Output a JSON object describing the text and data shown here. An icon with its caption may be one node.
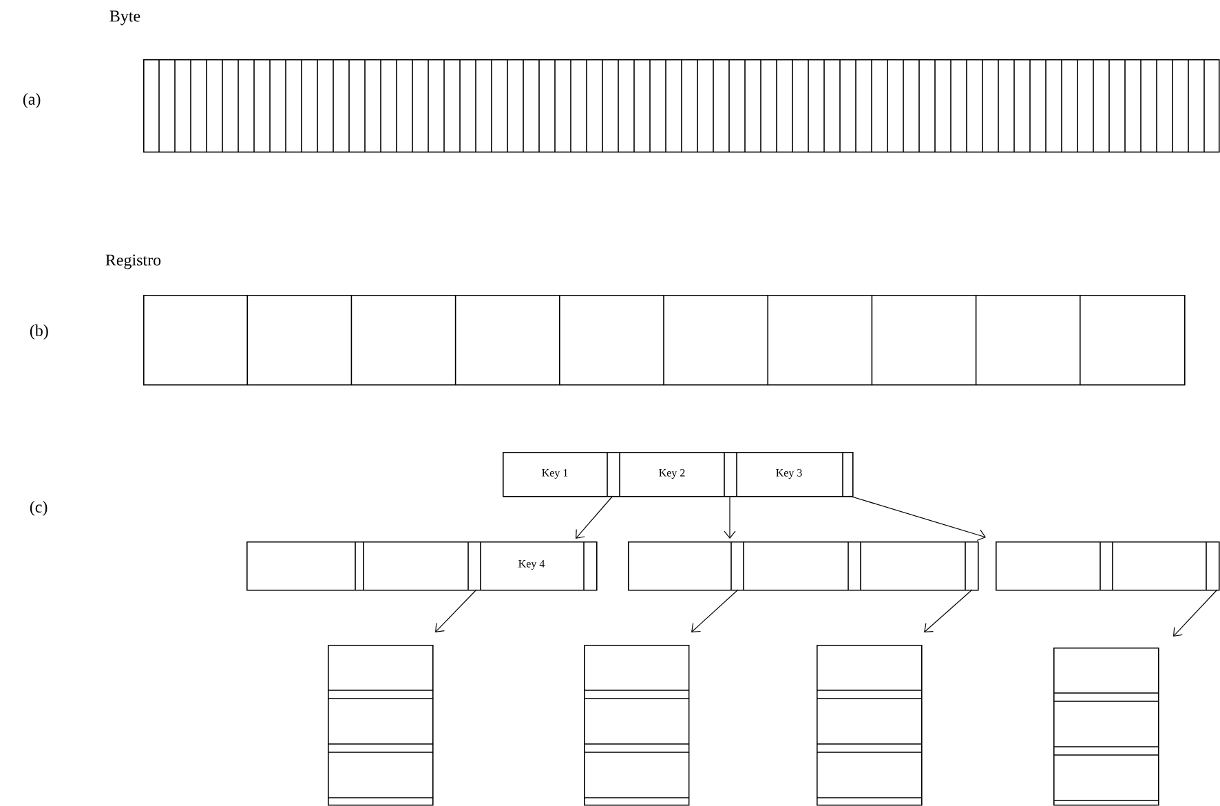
{
  "diagram": {
    "nodes": [
      {
        "text": [
          "Byte"
        ]
      },
      {
        "text": [
          "Registro"
        ]
      },
      {
        "text": [
          "Key 1",
          "Key 2",
          "Key 3"
        ]
      },
      {
        "text": [
          "Key 4"
        ]
      },
      {
        "text": [],
        "shape": "box"
      },
      {
        "text": [],
        "shape": "box"
      },
      {
        "text": [],
        "shape": "box"
      },
      {
        "text": [],
        "shape": "box"
      },
      {
        "text": [],
        "shape": "box"
      },
      {
        "text": [],
        "shape": "box"
      }
    ],
    "edges": [
      {
        "from": 2,
        "to": 3,
        "arrow": "to"
      },
      {
        "from": 2,
        "to": 4,
        "arrow": "to"
      },
      {
        "from": 2,
        "to": 5,
        "arrow": "to"
      },
      {
        "from": 3,
        "to": 6,
        "arrow": "to"
      },
      {
        "from": 4,
        "to": 7,
        "arrow": "to"
      },
      {
        "from": 4,
        "to": 8,
        "arrow": "to"
      },
      {
        "from": 5,
        "to": 9,
        "arrow": "to"
      }
    ],
    "labels": [
      "(a)",
      "(b)",
      "(c)"
    ]
  }
}
